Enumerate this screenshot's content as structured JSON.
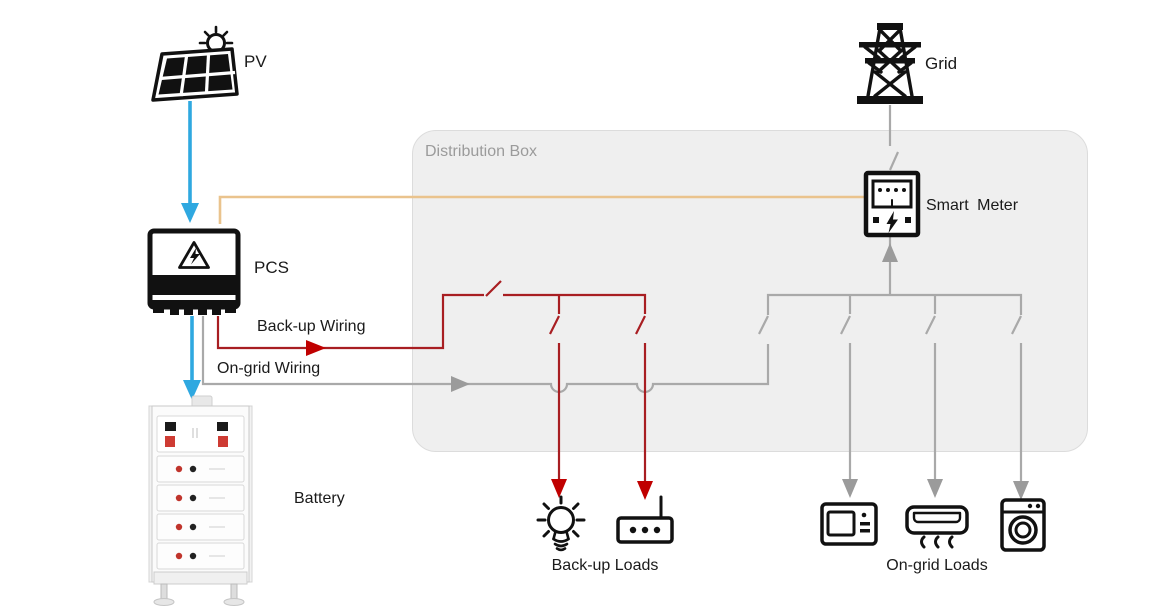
{
  "labels": {
    "pv": "PV",
    "grid": "Grid",
    "pcs": "PCS",
    "battery": "Battery",
    "smart_meter": "Smart Meter",
    "distribution_box": "Distribution Box",
    "backup_wiring": "Back-up Wiring",
    "ongrid_wiring": "On-grid Wiring",
    "backup_loads": "Back-up Loads",
    "ongrid_loads": "On-grid Loads"
  },
  "icons": {
    "pv": "solar-panel-with-sun-icon",
    "grid": "transmission-tower-icon",
    "pcs": "inverter-with-warning-triangle-icon",
    "smart_meter": "electric-meter-icon",
    "battery": "battery-rack-cabinet-icon",
    "backup_load_1": "light-bulb-icon",
    "backup_load_2": "router-icon",
    "ongrid_load_1": "microwave-icon",
    "ongrid_load_2": "air-conditioner-icon",
    "ongrid_load_3": "washing-machine-icon"
  },
  "colors": {
    "pv_battery_flow_blue": "#2FA8E0",
    "backup_wiring_red": "#A81E22",
    "backup_arrow_red": "#C00000",
    "ongrid_wiring_gray": "#A9A9A9",
    "meter_signal_orange": "#EAC38D",
    "distribution_box_fill": "#EFEFEF",
    "distribution_box_label_gray": "#9B9B9B",
    "text_color": "#1A1A1A"
  }
}
